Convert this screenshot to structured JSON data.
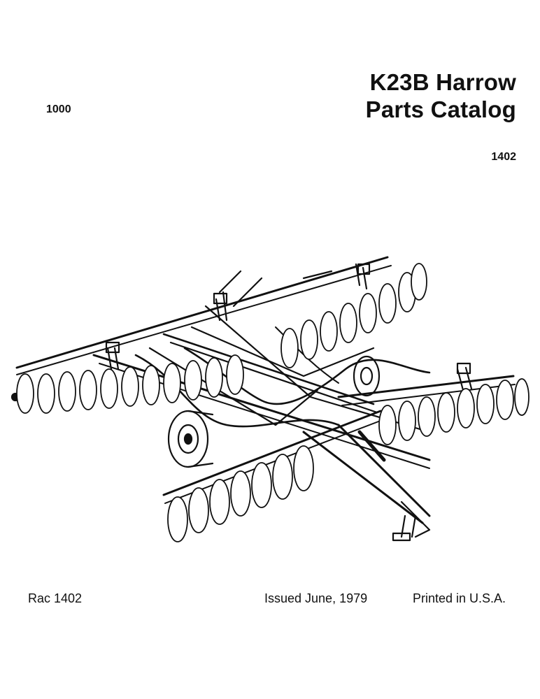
{
  "header": {
    "title_line1": "K23B Harrow",
    "title_line2": "Parts Catalog",
    "section_number": "1000",
    "catalog_number": "1402"
  },
  "illustration": {
    "subject": "disc-harrow-illustration"
  },
  "footer": {
    "form_number": "Rac 1402",
    "issued": "Issued June, 1979",
    "printed": "Printed in U.S.A."
  }
}
